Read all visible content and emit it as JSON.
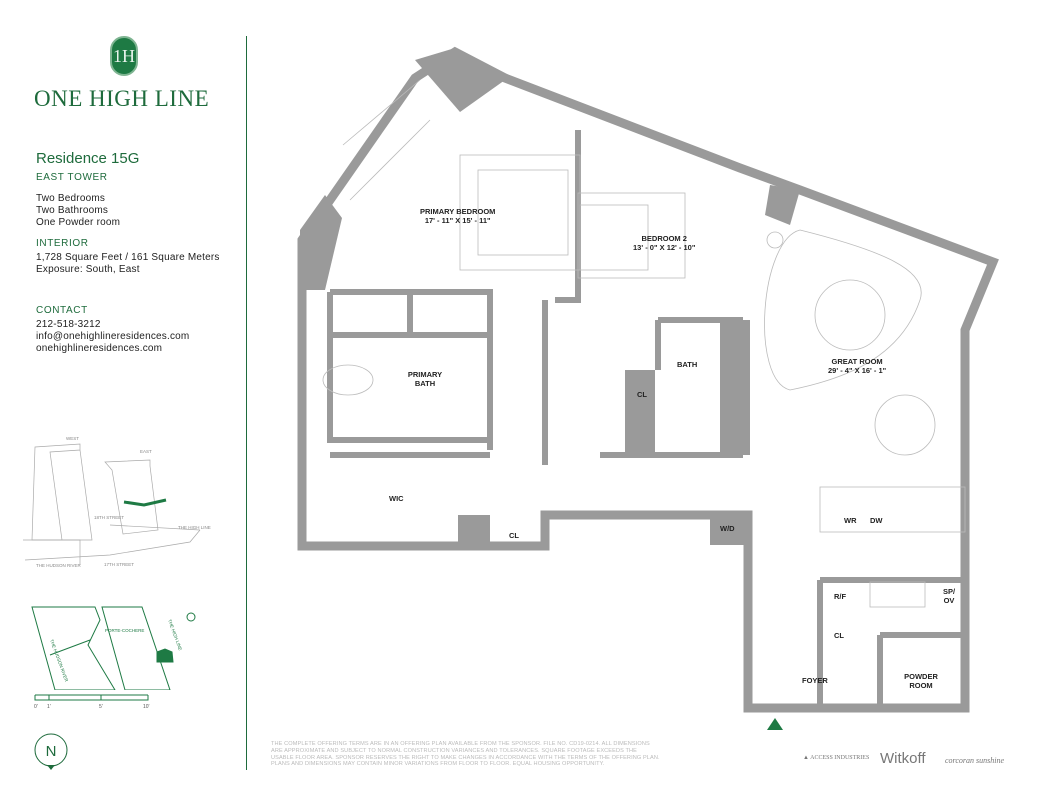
{
  "brand": {
    "name": "ONE HIGH LINE",
    "badge": "1H"
  },
  "residence": {
    "title": "Residence 15G",
    "tower": "EAST TOWER",
    "rooms": [
      "Two Bedrooms",
      "Two Bathrooms",
      "One Powder room"
    ]
  },
  "interior": {
    "heading": "INTERIOR",
    "area": "1,728 Square Feet / 161 Square Meters",
    "exposure": "Exposure: South, East"
  },
  "contact": {
    "heading": "CONTACT",
    "phone": "212-518-3212",
    "email": "info@onehighlineresidences.com",
    "website": "onehighlineresidences.com"
  },
  "building_diagram": {
    "west": "WEST",
    "east": "EAST",
    "street18": "18TH STREET",
    "street17": "17TH STREET",
    "river": "THE HUDSON RIVER",
    "highline": "THE HIGH LINE"
  },
  "site_plan": {
    "river": "THE HUDSON RIVER",
    "porte": "PORTE-COCHERE",
    "highline": "THE HIGH LINE"
  },
  "scale": {
    "ticks": [
      "0'",
      "1'",
      "5'",
      "10'"
    ]
  },
  "compass": {
    "label": "N"
  },
  "rooms": {
    "primary_bedroom": {
      "name": "PRIMARY BEDROOM",
      "dims": "17' - 11\" X 15' - 11\""
    },
    "bedroom2": {
      "name": "BEDROOM 2",
      "dims": "13' - 0\" X 12' - 10\""
    },
    "great_room": {
      "name": "GREAT ROOM",
      "dims": "29' - 4\" X 16' - 1\""
    },
    "primary_bath": "PRIMARY BATH",
    "bath": "BATH",
    "wic": "WIC",
    "cl1": "CL",
    "cl2": "CL",
    "cl3": "CL",
    "wd": "W/D",
    "wr": "WR",
    "dw": "DW",
    "rf": "R/F",
    "spov": "SP/ OV",
    "foyer": "FOYER",
    "powder": "POWDER ROOM"
  },
  "disclaimer": "THE COMPLETE OFFERING TERMS ARE IN AN OFFERING PLAN AVAILABLE FROM THE SPONSOR. FILE NO. CD19-0214. ALL DIMENSIONS ARE APPROXIMATE AND SUBJECT TO NORMAL CONSTRUCTION VARIANCES AND TOLERANCES. SQUARE FOOTAGE EXCEEDS THE USABLE FLOOR AREA. SPONSOR RESERVES THE RIGHT TO MAKE CHANGES IN ACCORDANCE WITH THE TERMS OF THE OFFERING PLAN. PLANS AND DIMENSIONS MAY CONTAIN MINOR VARIATIONS FROM FLOOR TO FLOOR. EQUAL HOUSING OPPORTUNITY.",
  "partners": [
    "ACCESS INDUSTRIES",
    "Witkoff",
    "corcoran sunshine"
  ],
  "colors": {
    "brand_green": "#1e6b3c",
    "wall_gray": "#9a9a9a"
  }
}
